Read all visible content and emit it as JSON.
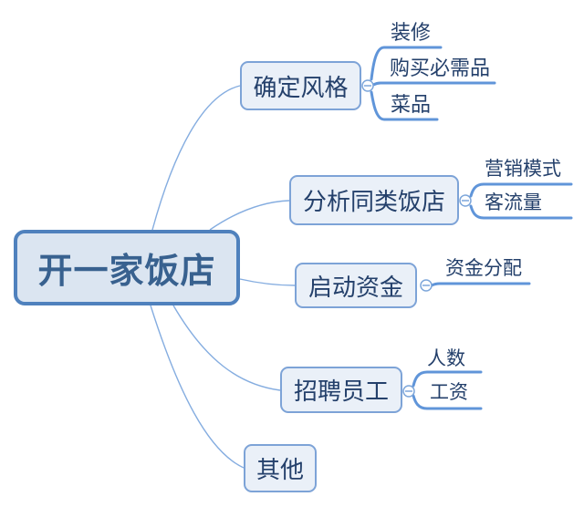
{
  "diagram": {
    "type": "mindmap",
    "root": {
      "label": "开一家饭店"
    },
    "branches": [
      {
        "label": "确定风格",
        "collapsed": false,
        "children": [
          {
            "label": "装修"
          },
          {
            "label": "购买必需品"
          },
          {
            "label": "菜品"
          }
        ]
      },
      {
        "label": "分析同类饭店",
        "collapsed": false,
        "children": [
          {
            "label": "营销模式"
          },
          {
            "label": "客流量"
          }
        ]
      },
      {
        "label": "启动资金",
        "collapsed": false,
        "children": [
          {
            "label": "资金分配"
          }
        ]
      },
      {
        "label": "招聘员工",
        "collapsed": false,
        "children": [
          {
            "label": "人数"
          },
          {
            "label": "工资"
          }
        ]
      },
      {
        "label": "其他",
        "children": []
      }
    ],
    "colors": {
      "background": "#ffffff",
      "root_border": "#4f81bd",
      "root_fill": "#dbe5f1",
      "root_text": "#38618f",
      "branch_border": "#7da3d7",
      "branch_fill": "#eaf0f8",
      "text": "#24406b",
      "child_line": "#6095d9",
      "connector_line": "#85ade0"
    }
  }
}
